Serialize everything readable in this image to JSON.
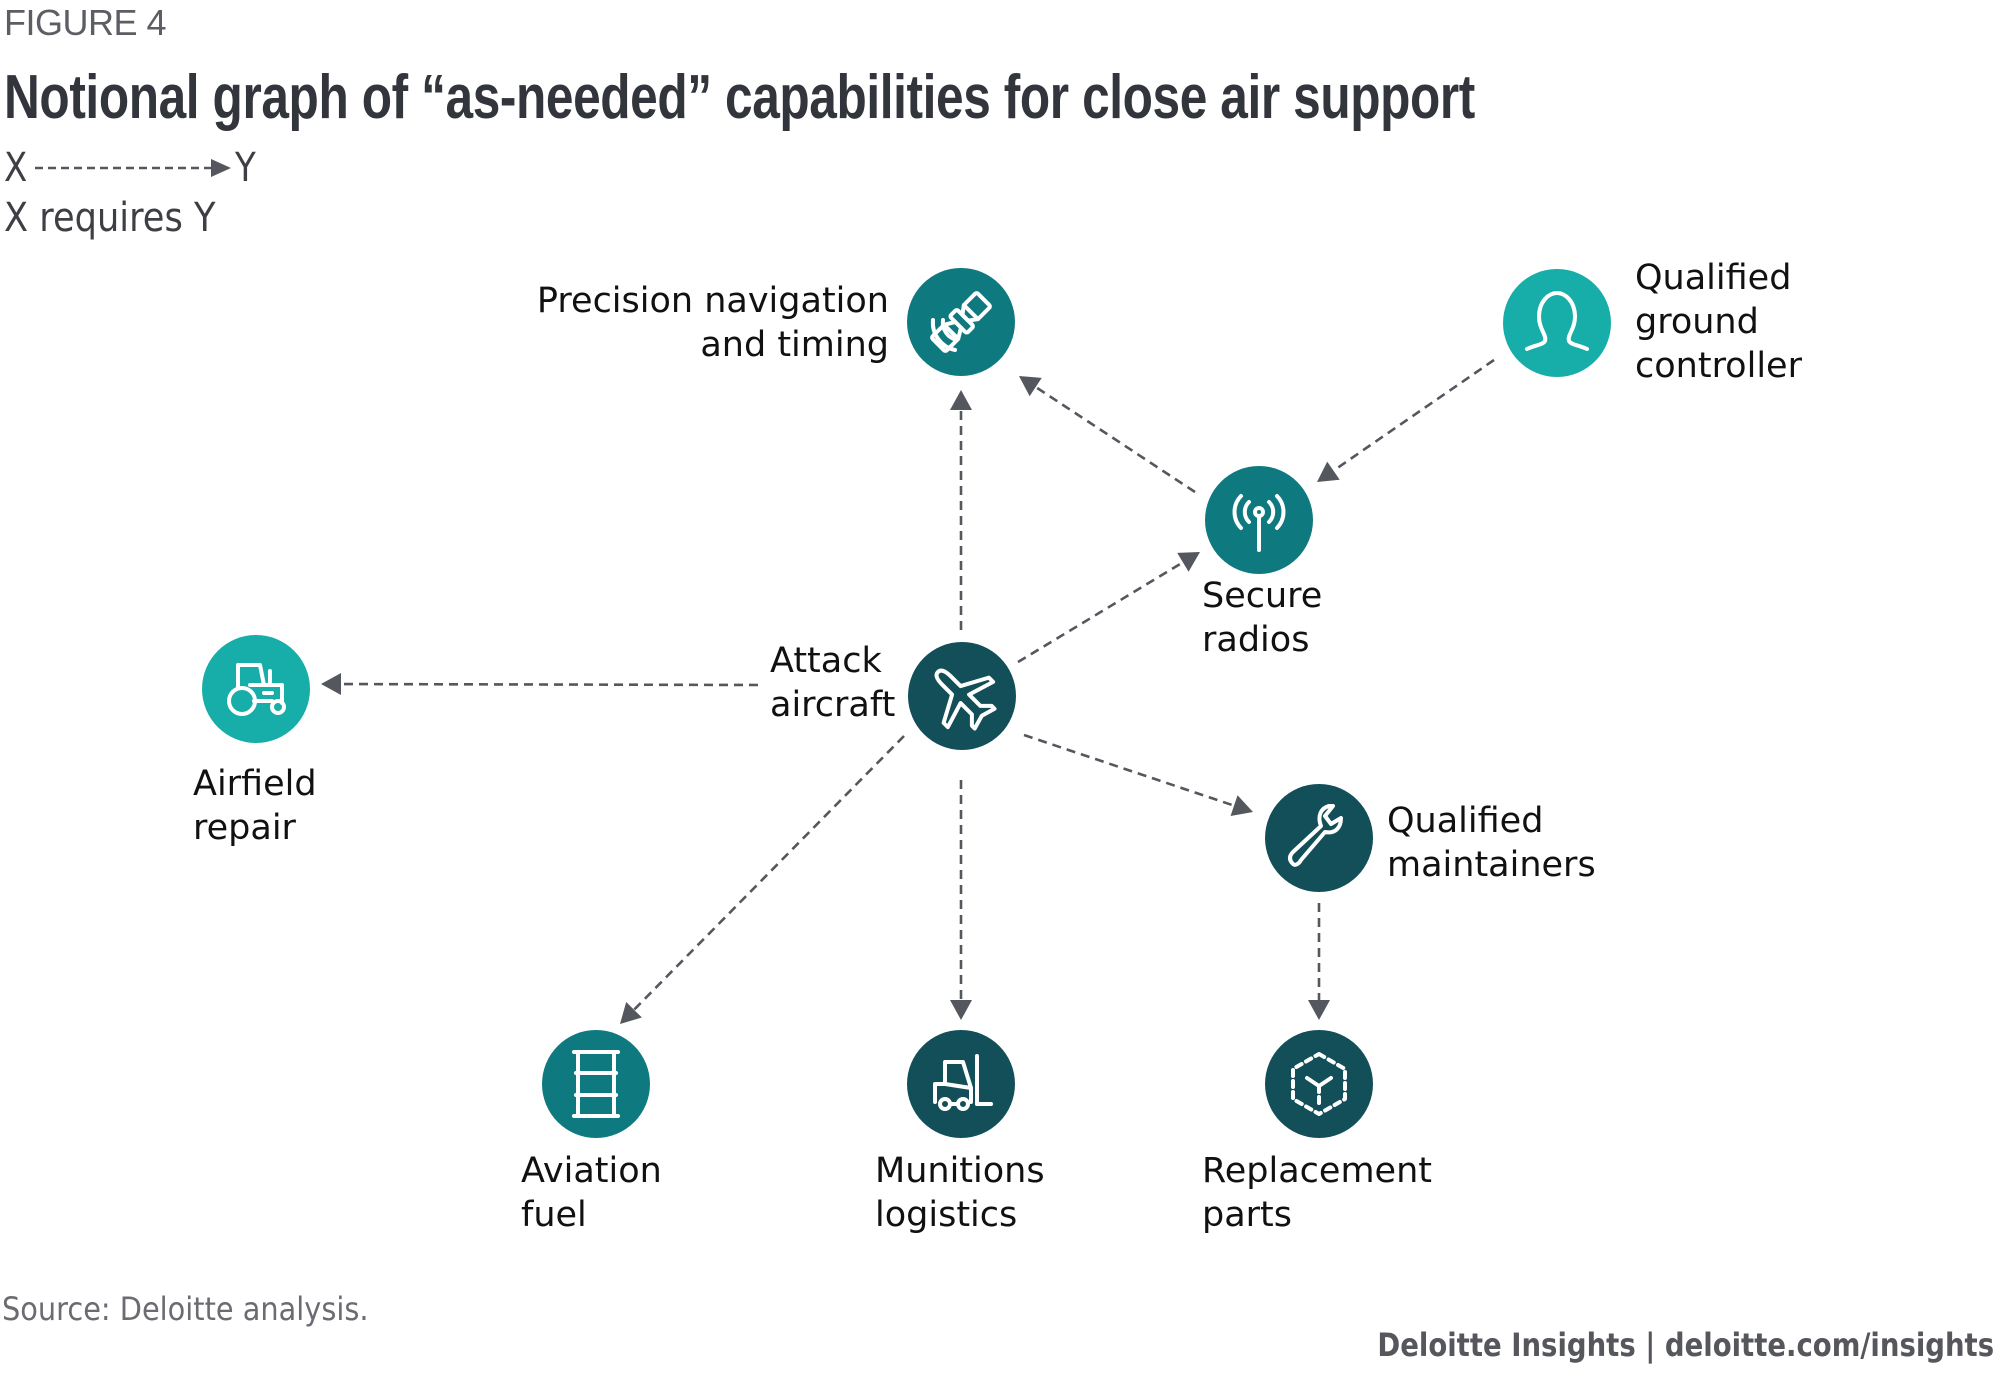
{
  "figure_label": "FIGURE 4",
  "title": "Notional graph of “as-needed” capabilities for close air support",
  "legend": {
    "from_symbol": "X",
    "to_symbol": "Y",
    "description": "X requires Y"
  },
  "colors": {
    "light_teal": "#17ADA8",
    "mid_teal": "#0E7A80",
    "dark_teal": "#124F59",
    "arrow": "#55575F",
    "text": "#111111"
  },
  "nodes": [
    {
      "id": "precision_nav",
      "label_lines": [
        "Precision navigation",
        "and timing"
      ],
      "icon": "satellite-icon",
      "color": "mid_teal"
    },
    {
      "id": "ground_controller",
      "label_lines": [
        "Qualified",
        "ground",
        "controller"
      ],
      "icon": "person-icon",
      "color": "light_teal"
    },
    {
      "id": "secure_radios",
      "label_lines": [
        "Secure",
        "radios"
      ],
      "icon": "radio-antenna-icon",
      "color": "mid_teal"
    },
    {
      "id": "attack_aircraft",
      "label_lines": [
        "Attack",
        "aircraft"
      ],
      "icon": "airplane-icon",
      "color": "dark_teal"
    },
    {
      "id": "airfield_repair",
      "label_lines": [
        "Airfield",
        "repair"
      ],
      "icon": "tractor-icon",
      "color": "light_teal"
    },
    {
      "id": "maintainers",
      "label_lines": [
        "Qualified",
        "maintainers"
      ],
      "icon": "wrench-icon",
      "color": "dark_teal"
    },
    {
      "id": "aviation_fuel",
      "label_lines": [
        "Aviation",
        "fuel"
      ],
      "icon": "fuel-barrel-icon",
      "color": "mid_teal"
    },
    {
      "id": "munitions_logistics",
      "label_lines": [
        "Munitions",
        "logistics"
      ],
      "icon": "forklift-icon",
      "color": "dark_teal"
    },
    {
      "id": "replacement_parts",
      "label_lines": [
        "Replacement",
        "parts"
      ],
      "icon": "cube-icon",
      "color": "dark_teal"
    }
  ],
  "edges": [
    {
      "from": "attack_aircraft",
      "to": "precision_nav",
      "relation": "requires"
    },
    {
      "from": "secure_radios",
      "to": "precision_nav",
      "relation": "requires"
    },
    {
      "from": "ground_controller",
      "to": "secure_radios",
      "relation": "requires"
    },
    {
      "from": "attack_aircraft",
      "to": "secure_radios",
      "relation": "requires"
    },
    {
      "from": "attack_aircraft",
      "to": "airfield_repair",
      "relation": "requires"
    },
    {
      "from": "attack_aircraft",
      "to": "maintainers",
      "relation": "requires"
    },
    {
      "from": "attack_aircraft",
      "to": "aviation_fuel",
      "relation": "requires"
    },
    {
      "from": "attack_aircraft",
      "to": "munitions_logistics",
      "relation": "requires"
    },
    {
      "from": "maintainers",
      "to": "replacement_parts",
      "relation": "requires"
    }
  ],
  "source": "Source: Deloitte analysis.",
  "footer": "Deloitte Insights | deloitte.com/insights"
}
